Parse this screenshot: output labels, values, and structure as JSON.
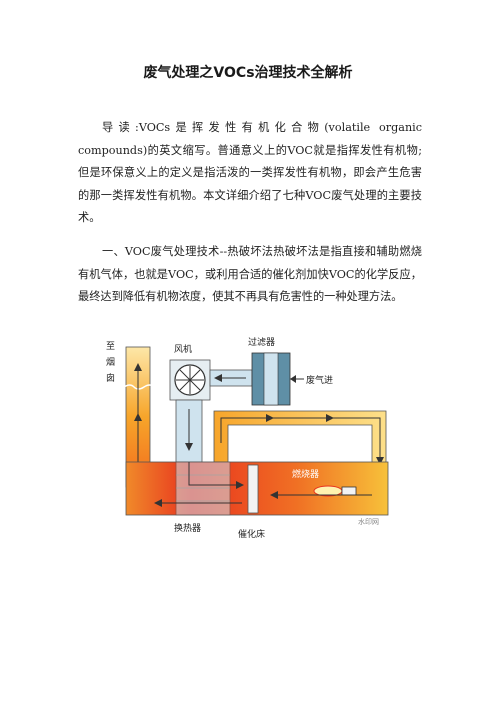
{
  "document": {
    "title": "废气处理之VOCs治理技术全解析",
    "intro": "导读:VOCs是挥发性有机化合物(volatile organic compounds)的英文缩写。普通意义上的VOC就是指挥发性有机物;但是环保意义上的定义是指活泼的一类挥发性有机物，即会产生危害的那一类挥发性有机物。本文详细介绍了七种VOC废气处理的主要技术。",
    "section1": "一、VOC废气处理技术--热破坏法热破坏法是指直接和辅助燃烧有机气体，也就是VOC，或利用合适的催化剂加快VOC的化学反应，最终达到降低有机物浓度，使其不再具有危害性的一种处理方法。"
  },
  "diagram": {
    "labels": {
      "chimney": [
        "至",
        "烟",
        "囱"
      ],
      "fan": "风机",
      "filter": "过滤器",
      "gas_in": "废气进",
      "burner": "燃烧器",
      "heat_exchanger": "换热器",
      "catalyst_bed": "催化床",
      "watermark": "水印网"
    },
    "colors": {
      "hot": "#e8321e",
      "warm": "#f7a52a",
      "pale": "#fde7a8",
      "duct_blue": "#cfe3ee",
      "filter_fill": "#5f8fa6"
    }
  }
}
